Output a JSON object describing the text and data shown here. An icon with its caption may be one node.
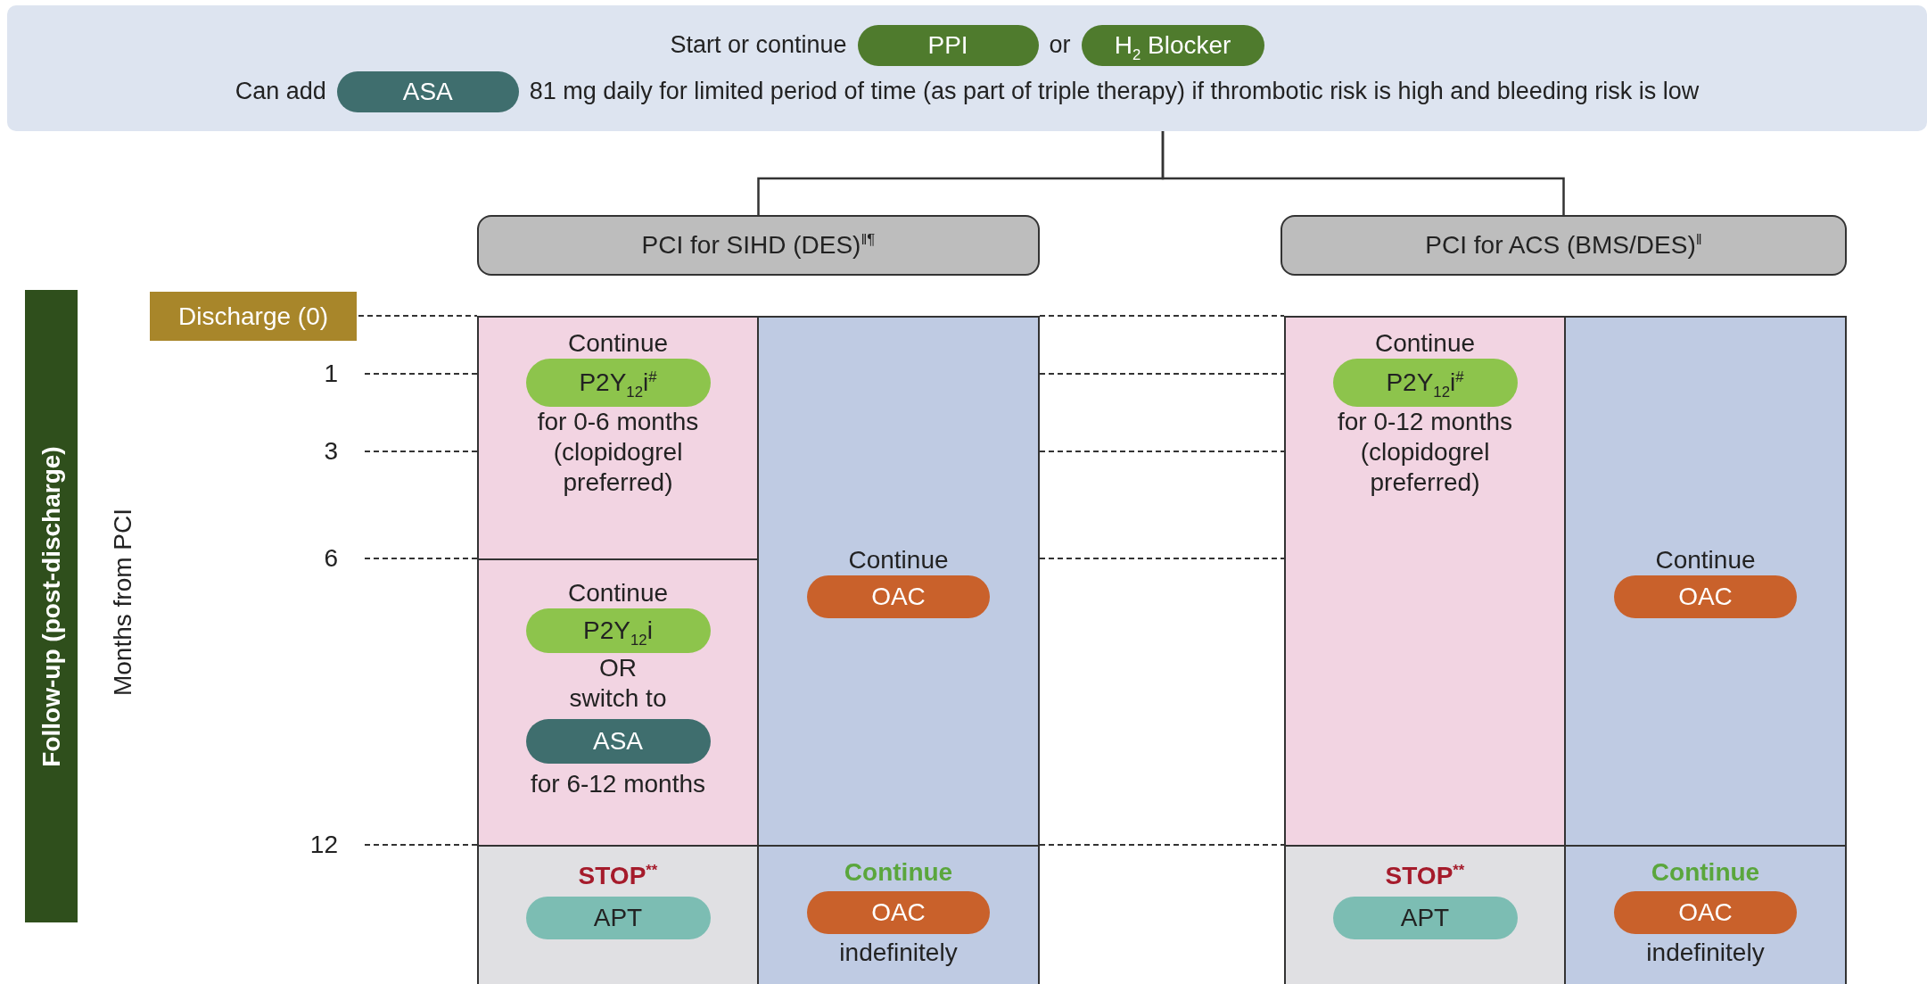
{
  "diagram": {
    "nodes": [
      {
        "text": [
          "Start or continue",
          "or",
          "Can add",
          "81 mg daily for limited period of time (as part of triple therapy) if thrombotic risk is high and bleeding risk is low"
        ]
      },
      {
        "text": [
          "PPI"
        ],
        "in": 0
      },
      {
        "text": [
          "H$_{2}$ Blocker"
        ],
        "in": 0
      },
      {
        "text": [
          "ASA"
        ],
        "in": 0
      },
      {
        "text": [
          "PCI for SIHD (DES)$^{‖¶}$"
        ]
      },
      {
        "text": [
          "PCI for ACS (BMS/DES)$^{‖}$"
        ]
      },
      {
        "text": [
          "Follow-up (post-discharge)"
        ]
      },
      {
        "text": [
          "Discharge (0)"
        ]
      },
      {
        "text": [
          "Continue",
          "for 0-6 months (clopidogrel preferred)"
        ]
      },
      {
        "text": [
          "P2Y$_{12}$i$^{#}$"
        ],
        "in": 8
      },
      {
        "text": [
          "Continue",
          "OR",
          "switch to",
          "for 6-12 months"
        ]
      },
      {
        "text": [
          "P2Y$_{12}$i"
        ],
        "in": 10
      },
      {
        "text": [
          "ASA"
        ],
        "in": 10
      },
      {
        "text": [
          "Continue"
        ]
      },
      {
        "text": [
          "OAC"
        ],
        "in": 13
      },
      {
        "text": [
          "STOP$^{**}$"
        ]
      },
      {
        "text": [
          "APT"
        ],
        "in": 15
      },
      {
        "text": [
          "Continue",
          "indefinitely"
        ]
      },
      {
        "text": [
          "OAC"
        ],
        "in": 17
      },
      {
        "text": [
          "Continue",
          "for 0-12 months (clopidogrel preferred)"
        ]
      },
      {
        "text": [
          "P2Y$_{12}$i$^{#}$"
        ],
        "in": 19
      },
      {
        "text": [
          "Continue"
        ]
      },
      {
        "text": [
          "OAC"
        ],
        "in": 21
      },
      {
        "text": [
          "STOP$^{**}$"
        ]
      },
      {
        "text": [
          "APT"
        ],
        "in": 23
      },
      {
        "text": [
          "Continue",
          "indefinitely"
        ]
      },
      {
        "text": [
          "OAC"
        ],
        "in": 25
      }
    ],
    "edges": [
      {
        "from": 0,
        "to": 4,
        "arrow": "none"
      },
      {
        "from": 0,
        "to": 5,
        "arrow": "none"
      }
    ],
    "labels": [
      "Months from PCI",
      "1",
      "3",
      "6",
      "12"
    ]
  }
}
